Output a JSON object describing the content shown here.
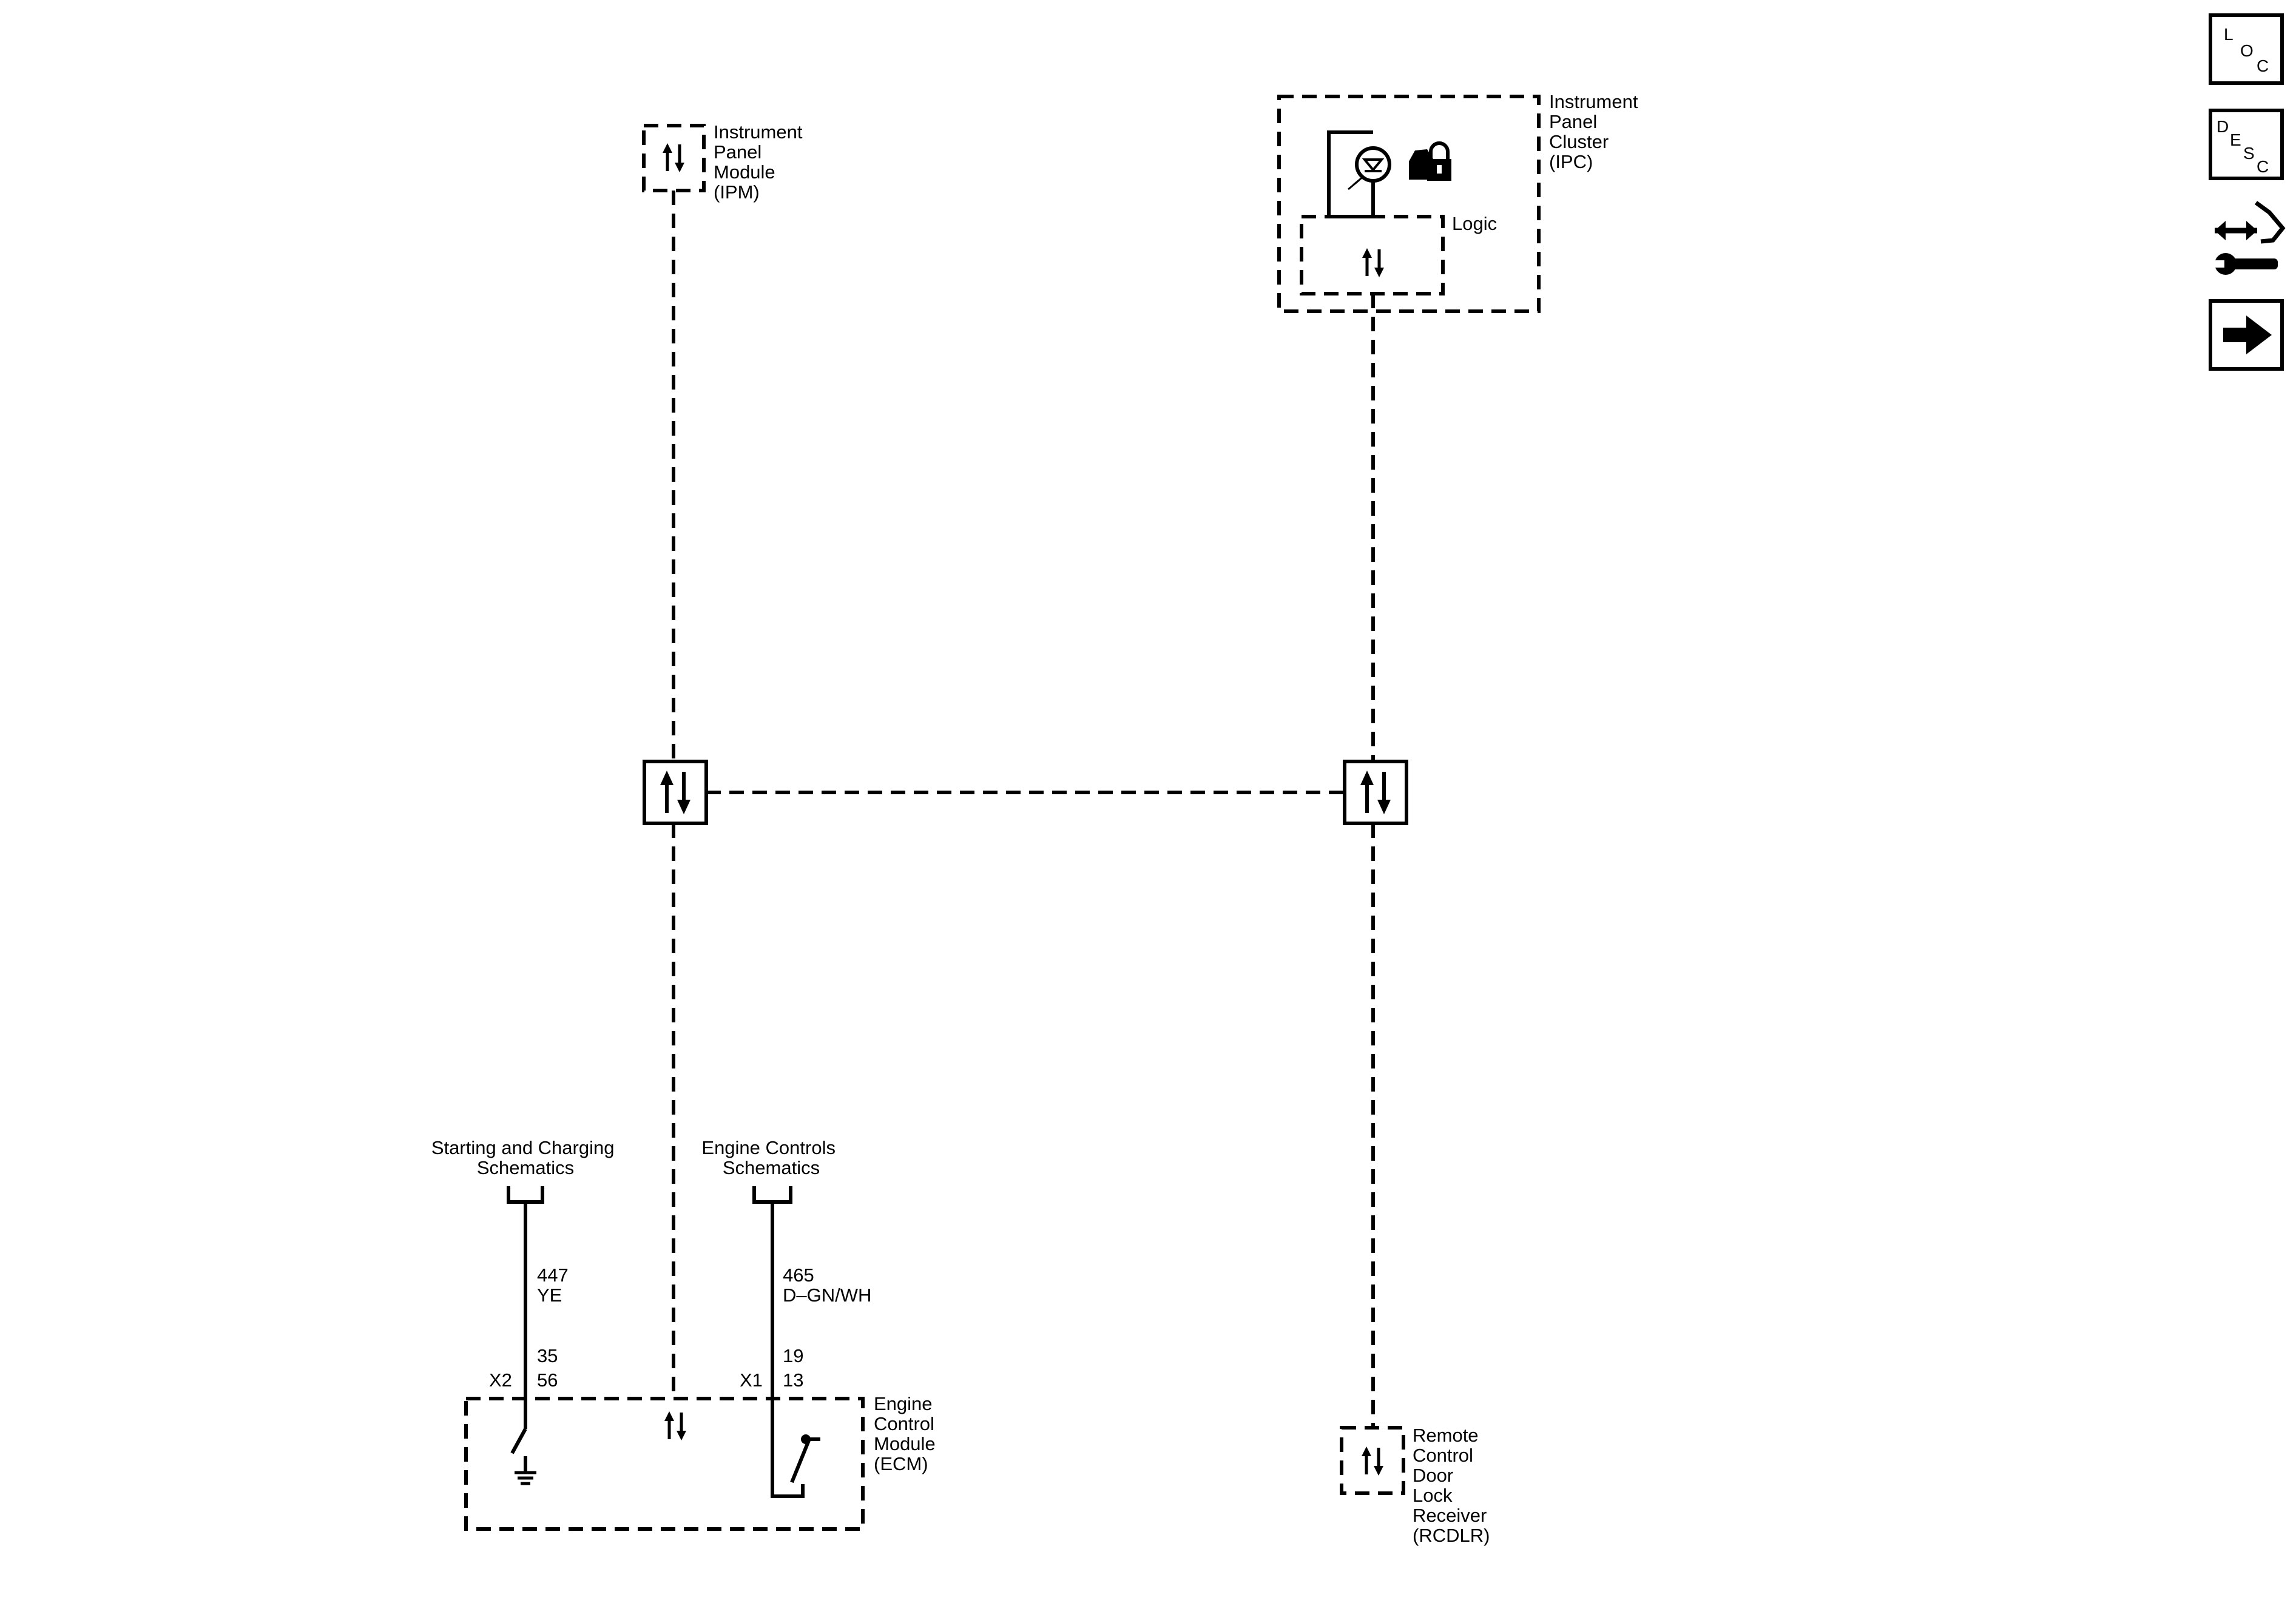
{
  "modules": {
    "ipm": {
      "lines": [
        "Instrument",
        "Panel",
        "Module",
        "(IPM)"
      ]
    },
    "ipc": {
      "lines": [
        "Instrument",
        "Panel",
        "Cluster",
        "(IPC)"
      ],
      "logic_label": "Logic"
    },
    "ecm": {
      "lines": [
        "Engine",
        "Control",
        "Module",
        "(ECM)"
      ]
    },
    "rcdlr": {
      "lines": [
        "Remote",
        "Control",
        "Door",
        "Lock",
        "Receiver",
        "(RCDLR)"
      ]
    }
  },
  "references": {
    "starting_charging": [
      "Starting and Charging",
      "Schematics"
    ],
    "engine_controls": [
      "Engine Controls",
      "Schematics"
    ]
  },
  "circuits": {
    "left": {
      "circuit_number": "447",
      "wire_color": "YE",
      "connector": "X2",
      "pin_upper": "35",
      "pin_lower": "56"
    },
    "right": {
      "circuit_number": "465",
      "wire_color": "D–GN/WH",
      "connector": "X1",
      "pin_upper": "19",
      "pin_lower": "13"
    }
  },
  "nav": {
    "loc": {
      "letters": [
        "L",
        "O",
        "C"
      ],
      "icon": "loc-icon"
    },
    "desc": {
      "letters": [
        "D",
        "E",
        "S",
        "C"
      ],
      "icon": "desc-icon"
    },
    "service": {
      "icon": "diagnostic-wrench-icon"
    },
    "next": {
      "icon": "arrow-right-icon"
    }
  }
}
